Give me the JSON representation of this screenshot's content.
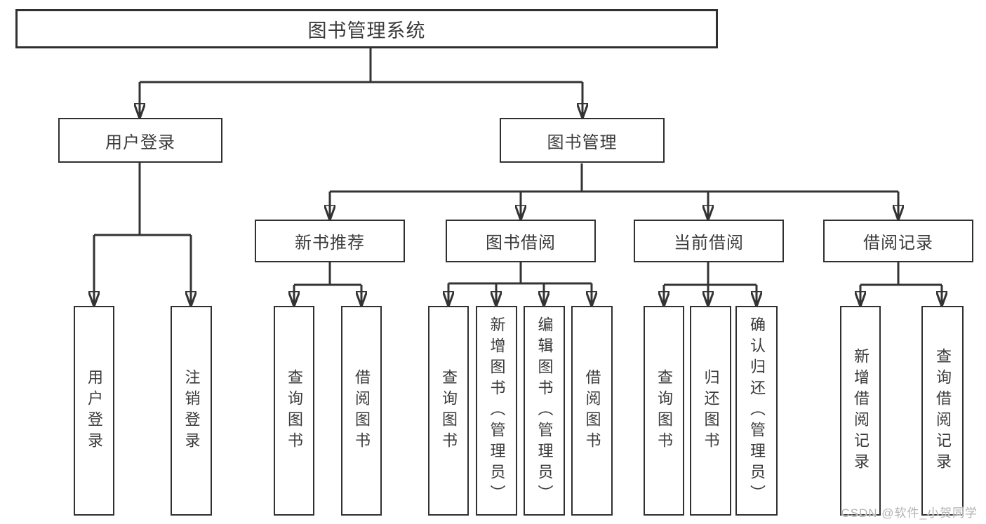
{
  "diagram": {
    "root": {
      "label": "图书管理系统"
    },
    "children": [
      {
        "label": "用户登录",
        "children": [
          "用户登录",
          "注销登录"
        ]
      },
      {
        "label": "图书管理",
        "children": [
          {
            "label": "新书推荐",
            "children": [
              "查询图书",
              "借阅图书"
            ]
          },
          {
            "label": "图书借阅",
            "children": [
              "查询图书",
              "新增图书（管理员）",
              "编辑图书（管理员）",
              "借阅图书"
            ]
          },
          {
            "label": "当前借阅",
            "children": [
              "查询图书",
              "归还图书",
              "确认归还（管理员）"
            ]
          },
          {
            "label": "借阅记录",
            "children": [
              "新增借阅记录",
              "查询借阅记录"
            ]
          }
        ]
      }
    ]
  },
  "watermark": {
    "text": "CSDN @软件_小贺同学",
    "color": "#b3b3b3"
  },
  "colors": {
    "background": "#ffffff",
    "line": "#333333",
    "box_border": "#303030",
    "text": "#3a3a3a"
  }
}
